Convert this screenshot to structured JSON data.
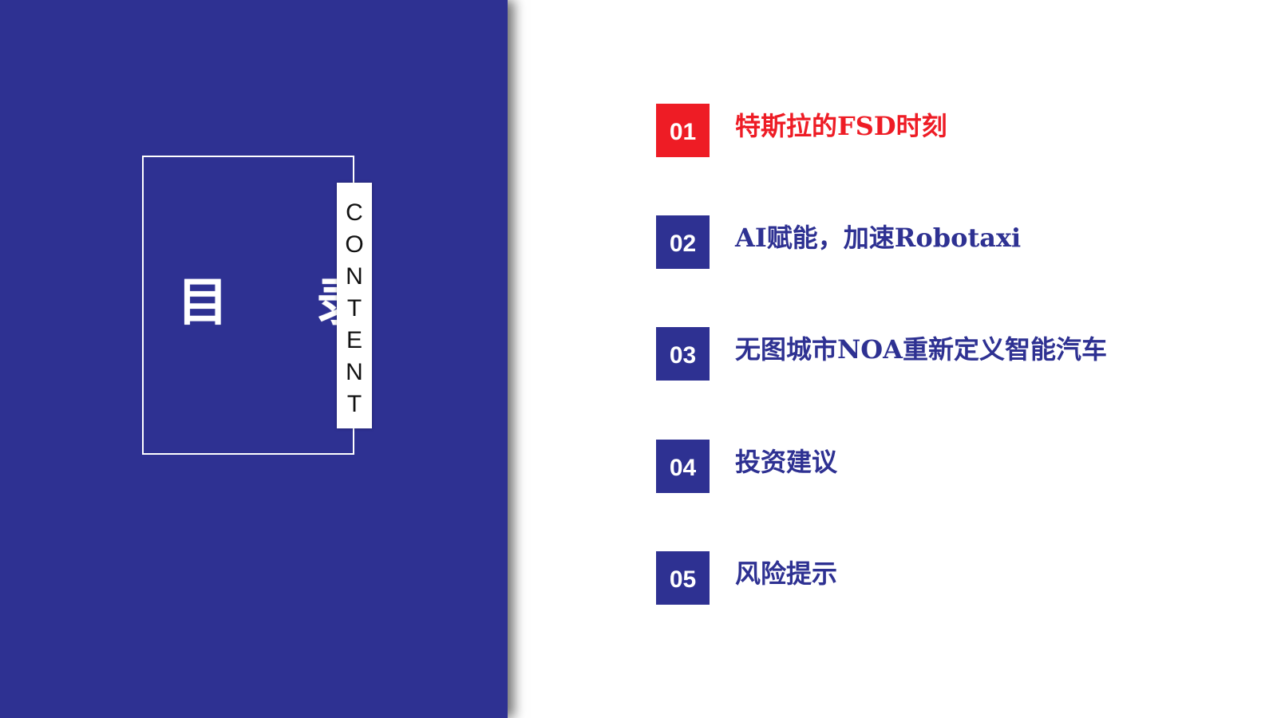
{
  "toc": {
    "heading": "目 录",
    "vertical_label": [
      "C",
      "O",
      "N",
      "T",
      "E",
      "N",
      "T"
    ],
    "items": [
      {
        "number": "01",
        "title": "特斯拉的FSD时刻"
      },
      {
        "number": "02",
        "title": "AI赋能，加速Robotaxi"
      },
      {
        "number": "03",
        "title": "无图城市NOA重新定义智能汽车"
      },
      {
        "number": "04",
        "title": "投资建议"
      },
      {
        "number": "05",
        "title": "风险提示"
      }
    ]
  },
  "colors": {
    "brand_blue": "#2e3192",
    "active_red": "#ee1c25",
    "background": "#ffffff"
  }
}
